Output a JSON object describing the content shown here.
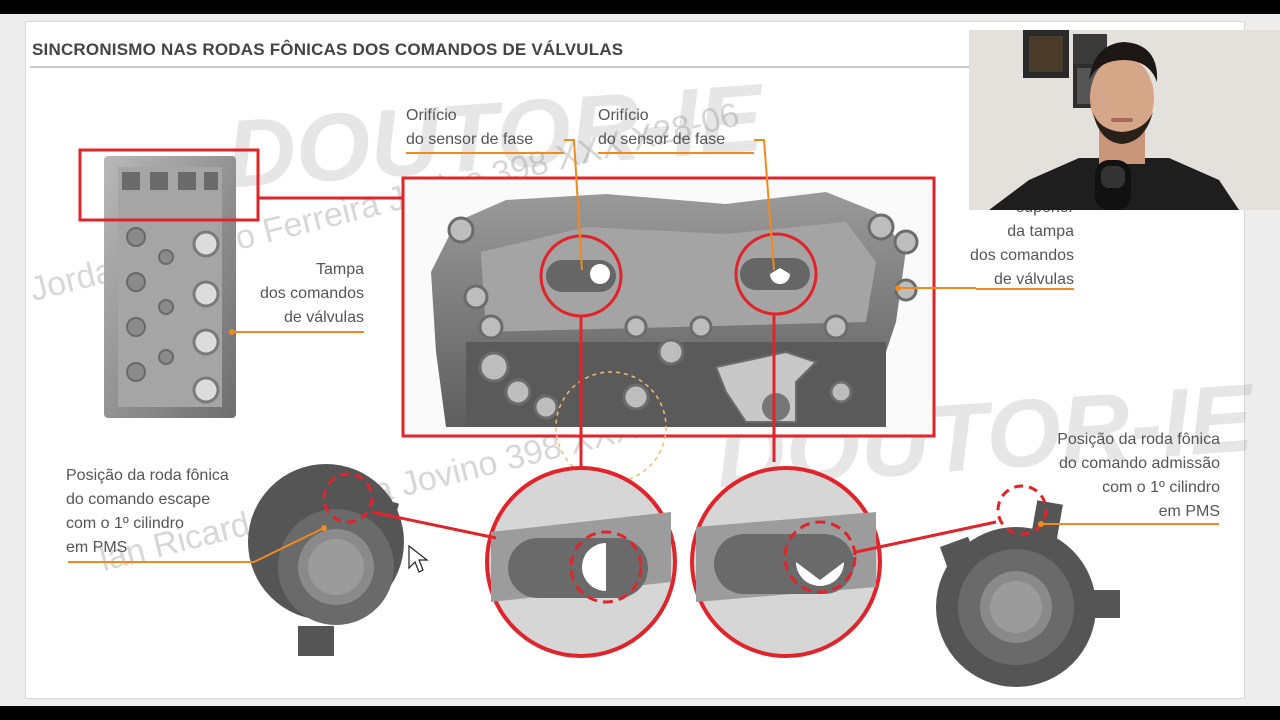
{
  "slide": {
    "title": "SINCRONISMO NAS RODAS FÔNICAS DOS COMANDOS DE VÁLVULAS",
    "labels": {
      "sensor_left": [
        "Orifício",
        "do sensor de fase"
      ],
      "sensor_right": [
        "Orifício",
        "do sensor de fase"
      ],
      "tampa_left": [
        "Tampa",
        "dos comandos",
        "de válvulas"
      ],
      "tampa_right": [
        "superior",
        "da tampa",
        "dos comandos",
        "de válvulas"
      ],
      "escape": [
        "Posição da roda fônica",
        "do comando escape",
        "com o 1º cilindro",
        "em PMS"
      ],
      "admissao": [
        "Posição da roda fônica",
        "do comando admissão",
        "com o 1º cilindro",
        "em PMS"
      ]
    },
    "watermarks": {
      "brand": "DOUTOR-IE",
      "owner": "Jordan Ricardo Ferreira Jovino 398 XXX X28-06",
      "owner_bottom": "lan Ricardo Ferreira Jovino 398 XXX X28-06"
    }
  },
  "colors": {
    "accent_red": "#e0242c",
    "accent_orange": "#f08a1e",
    "part_gray": "#8c8c8c"
  },
  "webcam": {
    "description_icons": [
      "person-icon",
      "microphone-icon"
    ]
  }
}
